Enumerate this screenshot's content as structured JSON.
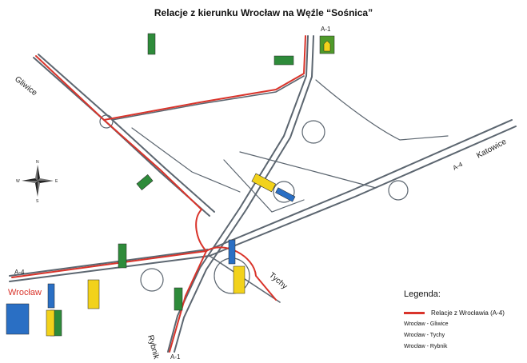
{
  "title": "Relacje z kierunku Wrocław na Węźle “Sośnica”",
  "labels": {
    "gliwice": "Gliwice",
    "katowice": "Katowice",
    "a4_west": "A-4",
    "a4_east": "A-4",
    "a1_north": "A-1",
    "a1_south": "A-1",
    "wroclaw": "Wrocław",
    "tychy": "Tychy",
    "rybnik": "Rybnik"
  },
  "compass": {
    "n": "N",
    "s": "S",
    "e": "E",
    "w": "W"
  },
  "legend": {
    "title": "Legenda:",
    "items": [
      {
        "label": "Relacje z Wrocławia (A-4)",
        "color": "#d9342b"
      },
      {
        "label": "Wrocław - Gliwice"
      },
      {
        "label": "Wrocław - Tychy"
      },
      {
        "label": "Wrocław - Rybnik"
      }
    ]
  },
  "colors": {
    "road": "#5c6670",
    "route": "#d9342b",
    "sign_green": "#2e8b3a",
    "sign_yellow": "#f2d21b",
    "sign_blue": "#2a6fc4"
  }
}
